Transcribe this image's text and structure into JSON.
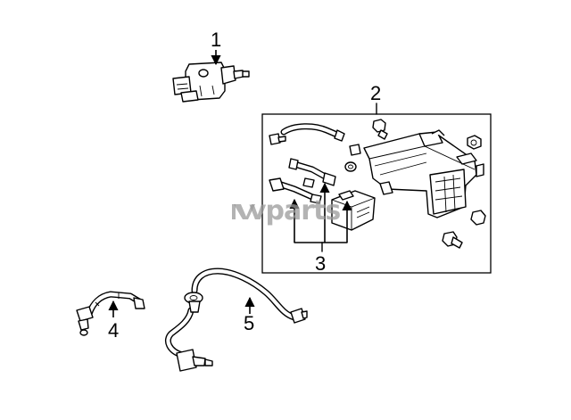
{
  "callouts": {
    "c1": "1",
    "c2": "2",
    "c3": "3",
    "c4": "4",
    "c5": "5"
  },
  "watermark": "vparts",
  "colors": {
    "line": "#000000",
    "watermark": "#9a9a9a",
    "background": "#ffffff"
  }
}
